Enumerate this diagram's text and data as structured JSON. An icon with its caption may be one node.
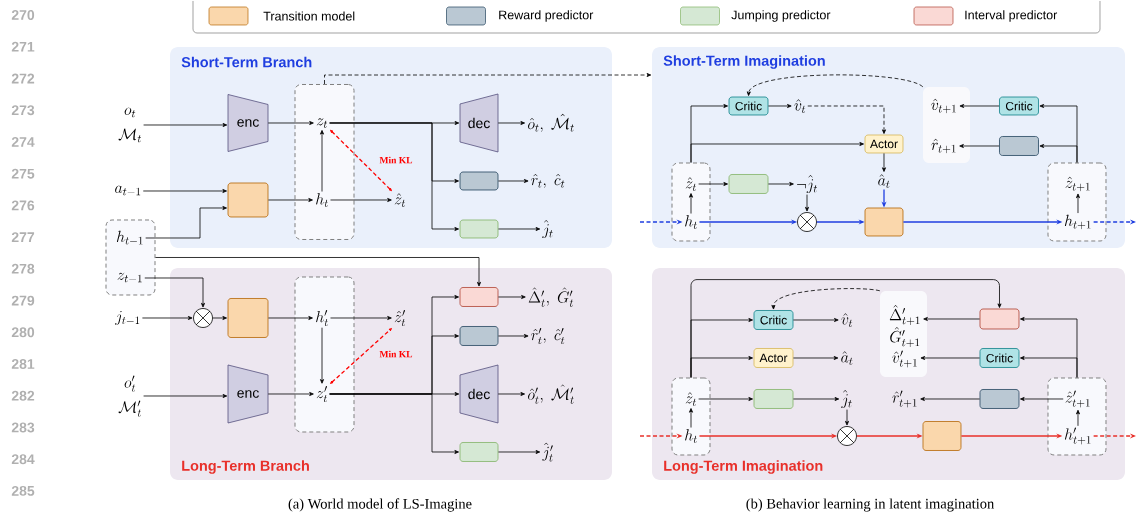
{
  "diagram": {
    "nodes": [
      {
        "text": [
          "Short-Term Branch"
        ]
      },
      {
        "text": [
          "Long-Term Branch"
        ]
      },
      {
        "text": [
          "Short-Term Imagination"
        ]
      },
      {
        "text": [
          "Long-Term Imagination"
        ]
      },
      {
        "text": [
          "o_t",
          "\\mathcal{M}_t"
        ]
      },
      {
        "text": [
          "a_{t-1}"
        ]
      },
      {
        "text": [],
        "shape": "box"
      },
      {
        "text": [
          "h_{t-1}"
        ],
        "in": 6
      },
      {
        "text": [
          "z_{t-1}"
        ],
        "in": 6
      },
      {
        "text": [
          "enc"
        ],
        "in": 0
      },
      {
        "text": [],
        "shape": "box",
        "in": 0
      },
      {
        "text": [],
        "shape": "box",
        "in": 0
      },
      {
        "text": [
          "z_t"
        ],
        "in": 11
      },
      {
        "text": [
          "h_t"
        ],
        "in": 11
      },
      {
        "text": [
          "\\hat{z}_t"
        ],
        "in": 0
      },
      {
        "text": [
          "dec"
        ],
        "in": 0
      },
      {
        "text": [],
        "shape": "box",
        "in": 0
      },
      {
        "text": [],
        "shape": "box",
        "in": 0
      },
      {
        "text": [
          "\\hat{o}_t,\\ \\hat{\\mathcal{M}}_t"
        ],
        "in": 0
      },
      {
        "text": [
          "\\hat{r}_t,\\ \\hat{c}_t"
        ],
        "in": 0
      },
      {
        "text": [
          "\\hat{j}_t"
        ],
        "in": 0
      },
      {
        "text": [
          "j_{t-1}"
        ]
      },
      {
        "text": [],
        "shape": "circle",
        "in": 1
      },
      {
        "text": [],
        "shape": "box",
        "in": 1
      },
      {
        "text": [],
        "shape": "box",
        "in": 1
      },
      {
        "text": [
          "h'_t"
        ],
        "in": 24
      },
      {
        "text": [
          "z'_t"
        ],
        "in": 24
      },
      {
        "text": [
          "\\hat{z}'_t"
        ],
        "in": 1
      },
      {
        "text": [
          "o'_t",
          "\\mathcal{M}'_t"
        ]
      },
      {
        "text": [
          "enc"
        ],
        "in": 1
      },
      {
        "text": [],
        "shape": "box",
        "in": 1
      },
      {
        "text": [],
        "shape": "box",
        "in": 1
      },
      {
        "text": [
          "dec"
        ],
        "in": 1
      },
      {
        "text": [],
        "shape": "box",
        "in": 1
      },
      {
        "text": [
          "\\hat{\\Delta}'_t,\\ \\hat{G}'_t"
        ],
        "in": 1
      },
      {
        "text": [
          "\\hat{r}'_t,\\ \\hat{c}'_t"
        ],
        "in": 1
      },
      {
        "text": [
          "\\hat{o}'_t,\\ \\hat{\\mathcal{M}}'_t"
        ],
        "in": 1
      },
      {
        "text": [
          "\\hat{j}'_t"
        ],
        "in": 1
      },
      {
        "text": [],
        "shape": "box",
        "in": 2
      },
      {
        "text": [
          "\\hat{z}_t"
        ],
        "in": 38
      },
      {
        "text": [
          "h_t"
        ],
        "in": 38
      },
      {
        "text": [
          "Critic"
        ],
        "in": 2
      },
      {
        "text": [
          "\\hat{v}_t"
        ],
        "in": 2
      },
      {
        "text": [
          "Actor"
        ],
        "in": 2
      },
      {
        "text": [],
        "shape": "box",
        "in": 2
      },
      {
        "text": [
          "\\neg\\hat{j}_t"
        ],
        "in": 2
      },
      {
        "text": [],
        "shape": "circle",
        "in": 2
      },
      {
        "text": [
          "\\hat{a}_t"
        ],
        "in": 2
      },
      {
        "text": [],
        "shape": "box",
        "in": 2
      },
      {
        "text": [],
        "shape": "box",
        "in": 2
      },
      {
        "text": [
          "\\hat{v}_{t+1}"
        ],
        "in": 49
      },
      {
        "text": [
          "\\hat{r}_{t+1}"
        ],
        "in": 49
      },
      {
        "text": [
          "Critic"
        ],
        "in": 2
      },
      {
        "text": [],
        "shape": "box",
        "in": 2
      },
      {
        "text": [],
        "shape": "box",
        "in": 2
      },
      {
        "text": [
          "\\hat{z}_{t+1}"
        ],
        "in": 54
      },
      {
        "text": [
          "h_{t+1}"
        ],
        "in": 54
      },
      {
        "text": [],
        "shape": "box",
        "in": 3
      },
      {
        "text": [
          "\\hat{z}_t"
        ],
        "in": 57
      },
      {
        "text": [
          "h_t"
        ],
        "in": 57
      },
      {
        "text": [
          "Critic"
        ],
        "in": 3
      },
      {
        "text": [
          "Actor"
        ],
        "in": 3
      },
      {
        "text": [],
        "shape": "box",
        "in": 3
      },
      {
        "text": [
          "\\hat{v}_t"
        ],
        "in": 3
      },
      {
        "text": [
          "\\hat{a}_t"
        ],
        "in": 3
      },
      {
        "text": [
          "\\hat{j}_t"
        ],
        "in": 3
      },
      {
        "text": [],
        "shape": "circle",
        "in": 3
      },
      {
        "text": [],
        "shape": "box",
        "in": 3
      },
      {
        "text": [],
        "shape": "box",
        "in": 3
      },
      {
        "text": [
          "\\hat{\\Delta}'_{t+1}"
        ],
        "in": 68
      },
      {
        "text": [
          "\\hat{G}'_{t+1}"
        ],
        "in": 68
      },
      {
        "text": [
          "\\hat{v}'_{t+1}"
        ],
        "in": 68
      },
      {
        "text": [
          "\\hat{r}'_{t+1}"
        ],
        "in": 3
      },
      {
        "text": [],
        "shape": "box",
        "in": 3
      },
      {
        "text": [
          "Critic"
        ],
        "in": 3
      },
      {
        "text": [],
        "shape": "box",
        "in": 3
      },
      {
        "text": [],
        "shape": "box",
        "in": 3
      },
      {
        "text": [
          "\\hat{z}'_{t+1}"
        ],
        "in": 76
      },
      {
        "text": [
          "h'_{t+1}"
        ],
        "in": 76
      }
    ],
    "edges": [
      {
        "from": 4,
        "to": 9,
        "arrow": "to"
      },
      {
        "from": 9,
        "to": 12,
        "arrow": "to"
      },
      {
        "from": 5,
        "to": 10,
        "arrow": "to"
      },
      {
        "from": 7,
        "to": 10,
        "arrow": "to"
      },
      {
        "from": 10,
        "to": 13,
        "arrow": "to"
      },
      {
        "from": 13,
        "to": 12,
        "arrow": "to"
      },
      {
        "from": 13,
        "to": 14,
        "arrow": "to"
      },
      {
        "from": 12,
        "to": 14,
        "arrow": "both",
        "style": "dashed",
        "color": "#ff0000",
        "label": "Min KL"
      },
      {
        "from": 12,
        "to": 15,
        "arrow": "to"
      },
      {
        "from": 12,
        "to": 16,
        "arrow": "to"
      },
      {
        "from": 12,
        "to": 17,
        "arrow": "to"
      },
      {
        "from": 15,
        "to": 18,
        "arrow": "to"
      },
      {
        "from": 16,
        "to": 19,
        "arrow": "to"
      },
      {
        "from": 17,
        "to": 20,
        "arrow": "to"
      },
      {
        "from": 11,
        "to": 2,
        "arrow": "to",
        "style": "dashed"
      },
      {
        "from": 8,
        "to": 22,
        "arrow": "to"
      },
      {
        "from": 6,
        "to": 30,
        "arrow": "to"
      },
      {
        "from": 21,
        "to": 22,
        "arrow": "to"
      },
      {
        "from": 22,
        "to": 23,
        "arrow": "to"
      },
      {
        "from": 23,
        "to": 25,
        "arrow": "to"
      },
      {
        "from": 25,
        "to": 27,
        "arrow": "to"
      },
      {
        "from": 25,
        "to": 26,
        "arrow": "to"
      },
      {
        "from": 26,
        "to": 27,
        "arrow": "both",
        "style": "dashed",
        "color": "#ff0000",
        "label": "Min KL"
      },
      {
        "from": 28,
        "to": 29,
        "arrow": "to"
      },
      {
        "from": 29,
        "to": 26,
        "arrow": "to"
      },
      {
        "from": 26,
        "to": 30,
        "arrow": "to"
      },
      {
        "from": 26,
        "to": 31,
        "arrow": "to"
      },
      {
        "from": 26,
        "to": 32,
        "arrow": "to"
      },
      {
        "from": 26,
        "to": 33,
        "arrow": "to"
      },
      {
        "from": 30,
        "to": 34,
        "arrow": "to"
      },
      {
        "from": 31,
        "to": 35,
        "arrow": "to"
      },
      {
        "from": 32,
        "to": 36,
        "arrow": "to"
      },
      {
        "from": 33,
        "to": 37,
        "arrow": "to"
      },
      {
        "from": null,
        "to": 40,
        "arrow": "to",
        "style": "dashed",
        "color": "#1f3ee0"
      },
      {
        "from": 40,
        "to": 39,
        "arrow": "to"
      },
      {
        "from": 38,
        "to": 41,
        "arrow": "to"
      },
      {
        "from": 38,
        "to": 43,
        "arrow": "to"
      },
      {
        "from": 39,
        "to": 44,
        "arrow": "to"
      },
      {
        "from": 41,
        "to": 42,
        "arrow": "to"
      },
      {
        "from": 42,
        "to": 43,
        "arrow": "to",
        "style": "dashed"
      },
      {
        "from": 49,
        "to": 41,
        "arrow": "to",
        "style": "dashed"
      },
      {
        "from": 43,
        "to": 47,
        "arrow": "to"
      },
      {
        "from": 47,
        "to": 48,
        "arrow": "to",
        "color": "#1f3ee0"
      },
      {
        "from": 44,
        "to": 45,
        "arrow": "to"
      },
      {
        "from": 45,
        "to": 46,
        "arrow": "to"
      },
      {
        "from": 40,
        "to": 46,
        "arrow": "to",
        "color": "#1f3ee0"
      },
      {
        "from": 46,
        "to": 48,
        "arrow": "to",
        "color": "#1f3ee0"
      },
      {
        "from": 48,
        "to": 56,
        "arrow": "to",
        "color": "#1f3ee0"
      },
      {
        "from": 56,
        "to": null,
        "arrow": "to",
        "style": "dashed",
        "color": "#1f3ee0"
      },
      {
        "from": 56,
        "to": 55,
        "arrow": "to"
      },
      {
        "from": 54,
        "to": 52,
        "arrow": "to"
      },
      {
        "from": 54,
        "to": 53,
        "arrow": "to"
      },
      {
        "from": 52,
        "to": 50,
        "arrow": "to"
      },
      {
        "from": 53,
        "to": 51,
        "arrow": "to"
      },
      {
        "from": null,
        "to": 59,
        "arrow": "to",
        "style": "dashed",
        "color": "#e8302a"
      },
      {
        "from": 59,
        "to": 58,
        "arrow": "to"
      },
      {
        "from": 57,
        "to": 73,
        "arrow": "to"
      },
      {
        "from": 57,
        "to": 60,
        "arrow": "to"
      },
      {
        "from": 57,
        "to": 61,
        "arrow": "to"
      },
      {
        "from": 58,
        "to": 62,
        "arrow": "to"
      },
      {
        "from": 60,
        "to": 63,
        "arrow": "to"
      },
      {
        "from": 61,
        "to": 64,
        "arrow": "to"
      },
      {
        "from": 62,
        "to": 65,
        "arrow": "to"
      },
      {
        "from": 65,
        "to": 66,
        "arrow": "to"
      },
      {
        "from": 68,
        "to": 60,
        "arrow": "to",
        "style": "dashed"
      },
      {
        "from": 59,
        "to": 66,
        "arrow": "to",
        "color": "#e8302a"
      },
      {
        "from": 66,
        "to": 67,
        "arrow": "to",
        "color": "#e8302a"
      },
      {
        "from": 67,
        "to": 78,
        "arrow": "to",
        "color": "#e8302a"
      },
      {
        "from": 78,
        "to": null,
        "arrow": "to",
        "style": "dashed",
        "color": "#e8302a"
      },
      {
        "from": 78,
        "to": 77,
        "arrow": "to"
      },
      {
        "from": 76,
        "to": 73,
        "arrow": "to"
      },
      {
        "from": 76,
        "to": 74,
        "arrow": "to"
      },
      {
        "from": 77,
        "to": 75,
        "arrow": "to"
      },
      {
        "from": 73,
        "to": 69,
        "arrow": "to"
      },
      {
        "from": 74,
        "to": 71,
        "arrow": "to"
      },
      {
        "from": 75,
        "to": 72,
        "arrow": "to"
      }
    ],
    "labels": [
      "270",
      "271",
      "272",
      "273",
      "274",
      "275",
      "276",
      "277",
      "278",
      "279",
      "280",
      "281",
      "282",
      "283",
      "284",
      "285",
      "(a) World model of LS-Imagine",
      "(b) Behavior learning in latent imagination"
    ],
    "legend": [
      {
        "text": "Transition model",
        "color": "#fad7ac"
      },
      {
        "text": "Reward predictor",
        "color": "#bac8d3"
      },
      {
        "text": "Jumping predictor",
        "color": "#d5e8d4"
      },
      {
        "text": "Interval predictor",
        "color": "#fad9d5"
      }
    ]
  }
}
